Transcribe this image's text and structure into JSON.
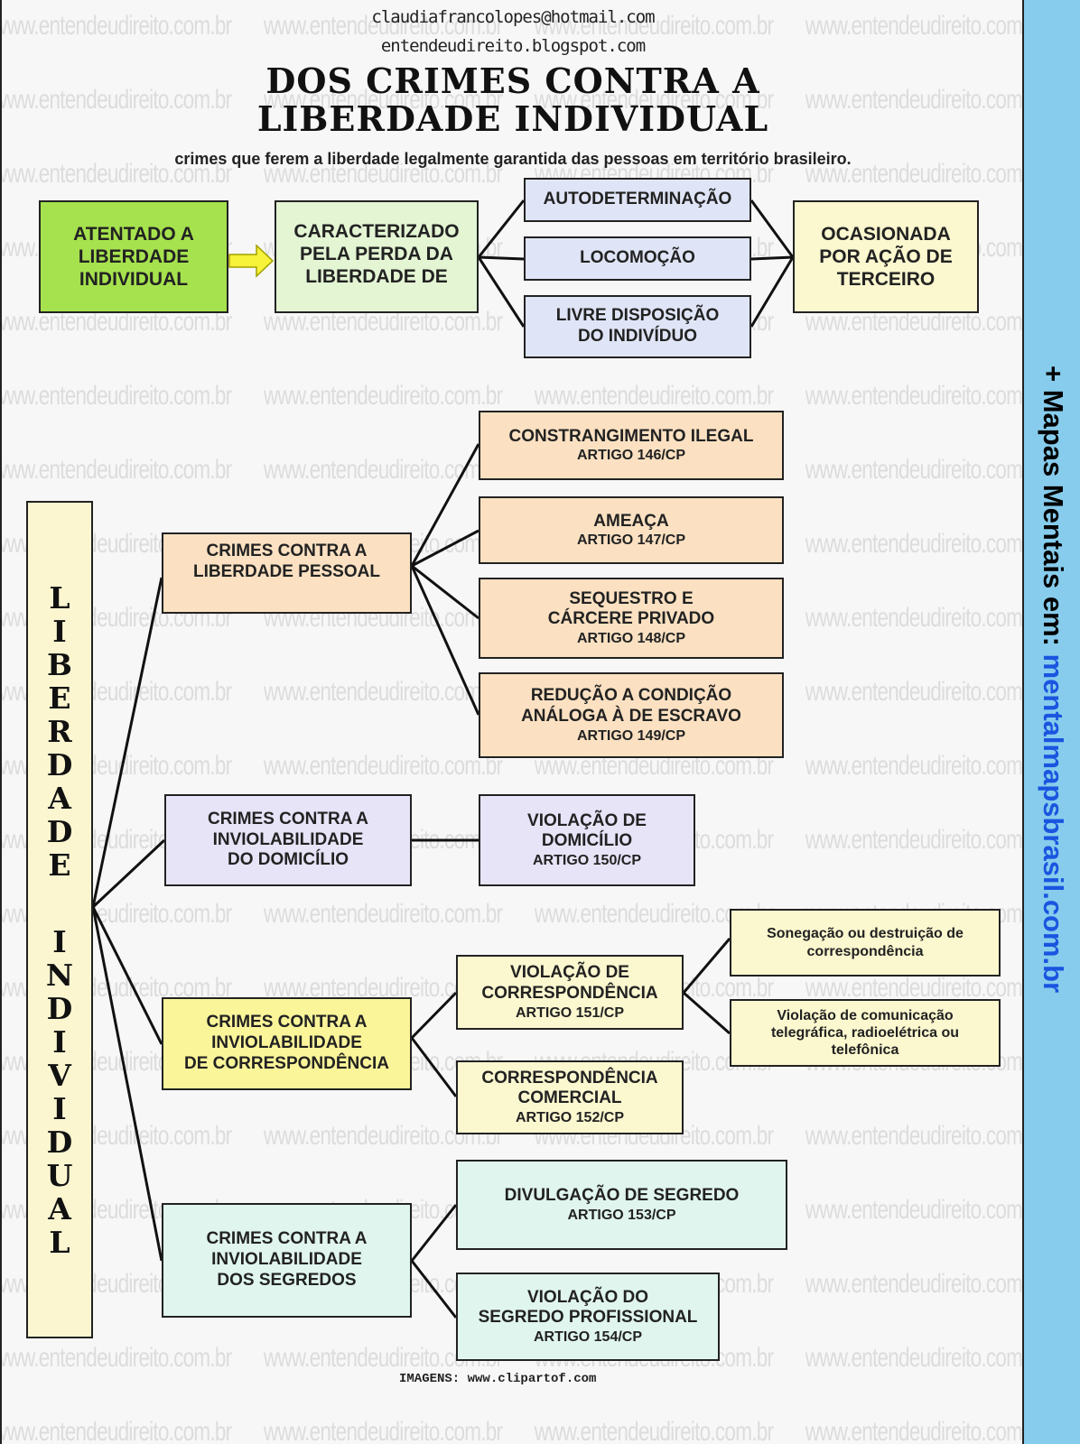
{
  "watermark": "www.entendeudireito.com.br",
  "header": {
    "email": "claudiafrancolopes@hotmail.com",
    "blog": "entendeudireito.blogspot.com",
    "title_line1": "DOS CRIMES CONTRA A",
    "title_line2": "LIBERDADE INDIVIDUAL",
    "subtitle": "crimes que ferem a liberdade legalmente garantida das pessoas em território brasileiro."
  },
  "top": {
    "atentado": [
      "ATENTADO A",
      "LIBERDADE",
      "INDIVIDUAL"
    ],
    "caracterizado": [
      "CARACTERIZADO",
      "PELA PERDA DA",
      "LIBERDADE DE"
    ],
    "liberdades": [
      [
        "AUTODETERMINAÇÃO"
      ],
      [
        "LOCOMOÇÃO"
      ],
      [
        "LIVRE DISPOSIÇÃO",
        "DO INDIVÍDUO"
      ]
    ],
    "ocasionada": [
      "OCASIONADA",
      "POR AÇÃO DE",
      "TERCEIRO"
    ]
  },
  "vertical_label": {
    "word1": "LIBERDADE",
    "word2": "INDIVIDUAL"
  },
  "categories": {
    "pessoal": {
      "label": [
        "CRIMES CONTRA A",
        "LIBERDADE PESSOAL"
      ],
      "crimes": [
        {
          "name": [
            "CONSTRANGIMENTO ILEGAL"
          ],
          "article": "ARTIGO 146/CP"
        },
        {
          "name": [
            "AMEAÇA"
          ],
          "article": "ARTIGO 147/CP"
        },
        {
          "name": [
            "SEQUESTRO E",
            "CÁRCERE PRIVADO"
          ],
          "article": "ARTIGO 148/CP"
        },
        {
          "name": [
            "REDUÇÃO A CONDIÇÃO",
            "ANÁLOGA À DE ESCRAVO"
          ],
          "article": "ARTIGO 149/CP"
        }
      ]
    },
    "domicilio": {
      "label": [
        "CRIMES CONTRA A",
        "INVIOLABILIDADE",
        "DO DOMICÍLIO"
      ],
      "crimes": [
        {
          "name": [
            "VIOLAÇÃO DE",
            "DOMICÍLIO"
          ],
          "article": "ARTIGO 150/CP"
        }
      ]
    },
    "correspondencia": {
      "label": [
        "CRIMES CONTRA A",
        "INVIOLABILIDADE",
        "DE CORRESPONDÊNCIA"
      ],
      "crimes": [
        {
          "name": [
            "VIOLAÇÃO DE",
            "CORRESPONDÊNCIA"
          ],
          "article": "ARTIGO 151/CP"
        },
        {
          "name": [
            "CORRESPONDÊNCIA",
            "COMERCIAL"
          ],
          "article": "ARTIGO 152/CP"
        }
      ],
      "subtypes": [
        [
          "Sonegação ou destruição de",
          "correspondência"
        ],
        [
          "Violação de comunicação",
          "telegráfica, radioelétrica ou",
          "telefônica"
        ]
      ]
    },
    "segredos": {
      "label": [
        "CRIMES CONTRA A",
        "INVIOLABILIDADE",
        "DOS SEGREDOS"
      ],
      "crimes": [
        {
          "name": [
            "DIVULGAÇÃO DE SEGREDO"
          ],
          "article": "ARTIGO 153/CP"
        },
        {
          "name": [
            "VIOLAÇÃO DO",
            "SEGREDO PROFISSIONAL"
          ],
          "article": "ARTIGO 154/CP"
        }
      ]
    }
  },
  "footer": {
    "credit": "IMAGENS:  www.clipartof.com"
  },
  "sidebar": {
    "prefix": "+ Mapas Mentais em: ",
    "link": "mentalmapsbrasil.com.br"
  },
  "colors": {
    "green": "#a6e24e",
    "lightgreen": "#e3f5d3",
    "lightblue": "#dfe5f6",
    "yellow": "#fbf7cf",
    "peach": "#fbe1c2",
    "lavender": "#e7e4f8",
    "brightyellow": "#fbf59a",
    "mint": "#e0f5ee",
    "sidebar": "#87ccec",
    "link": "#1a55e0"
  }
}
